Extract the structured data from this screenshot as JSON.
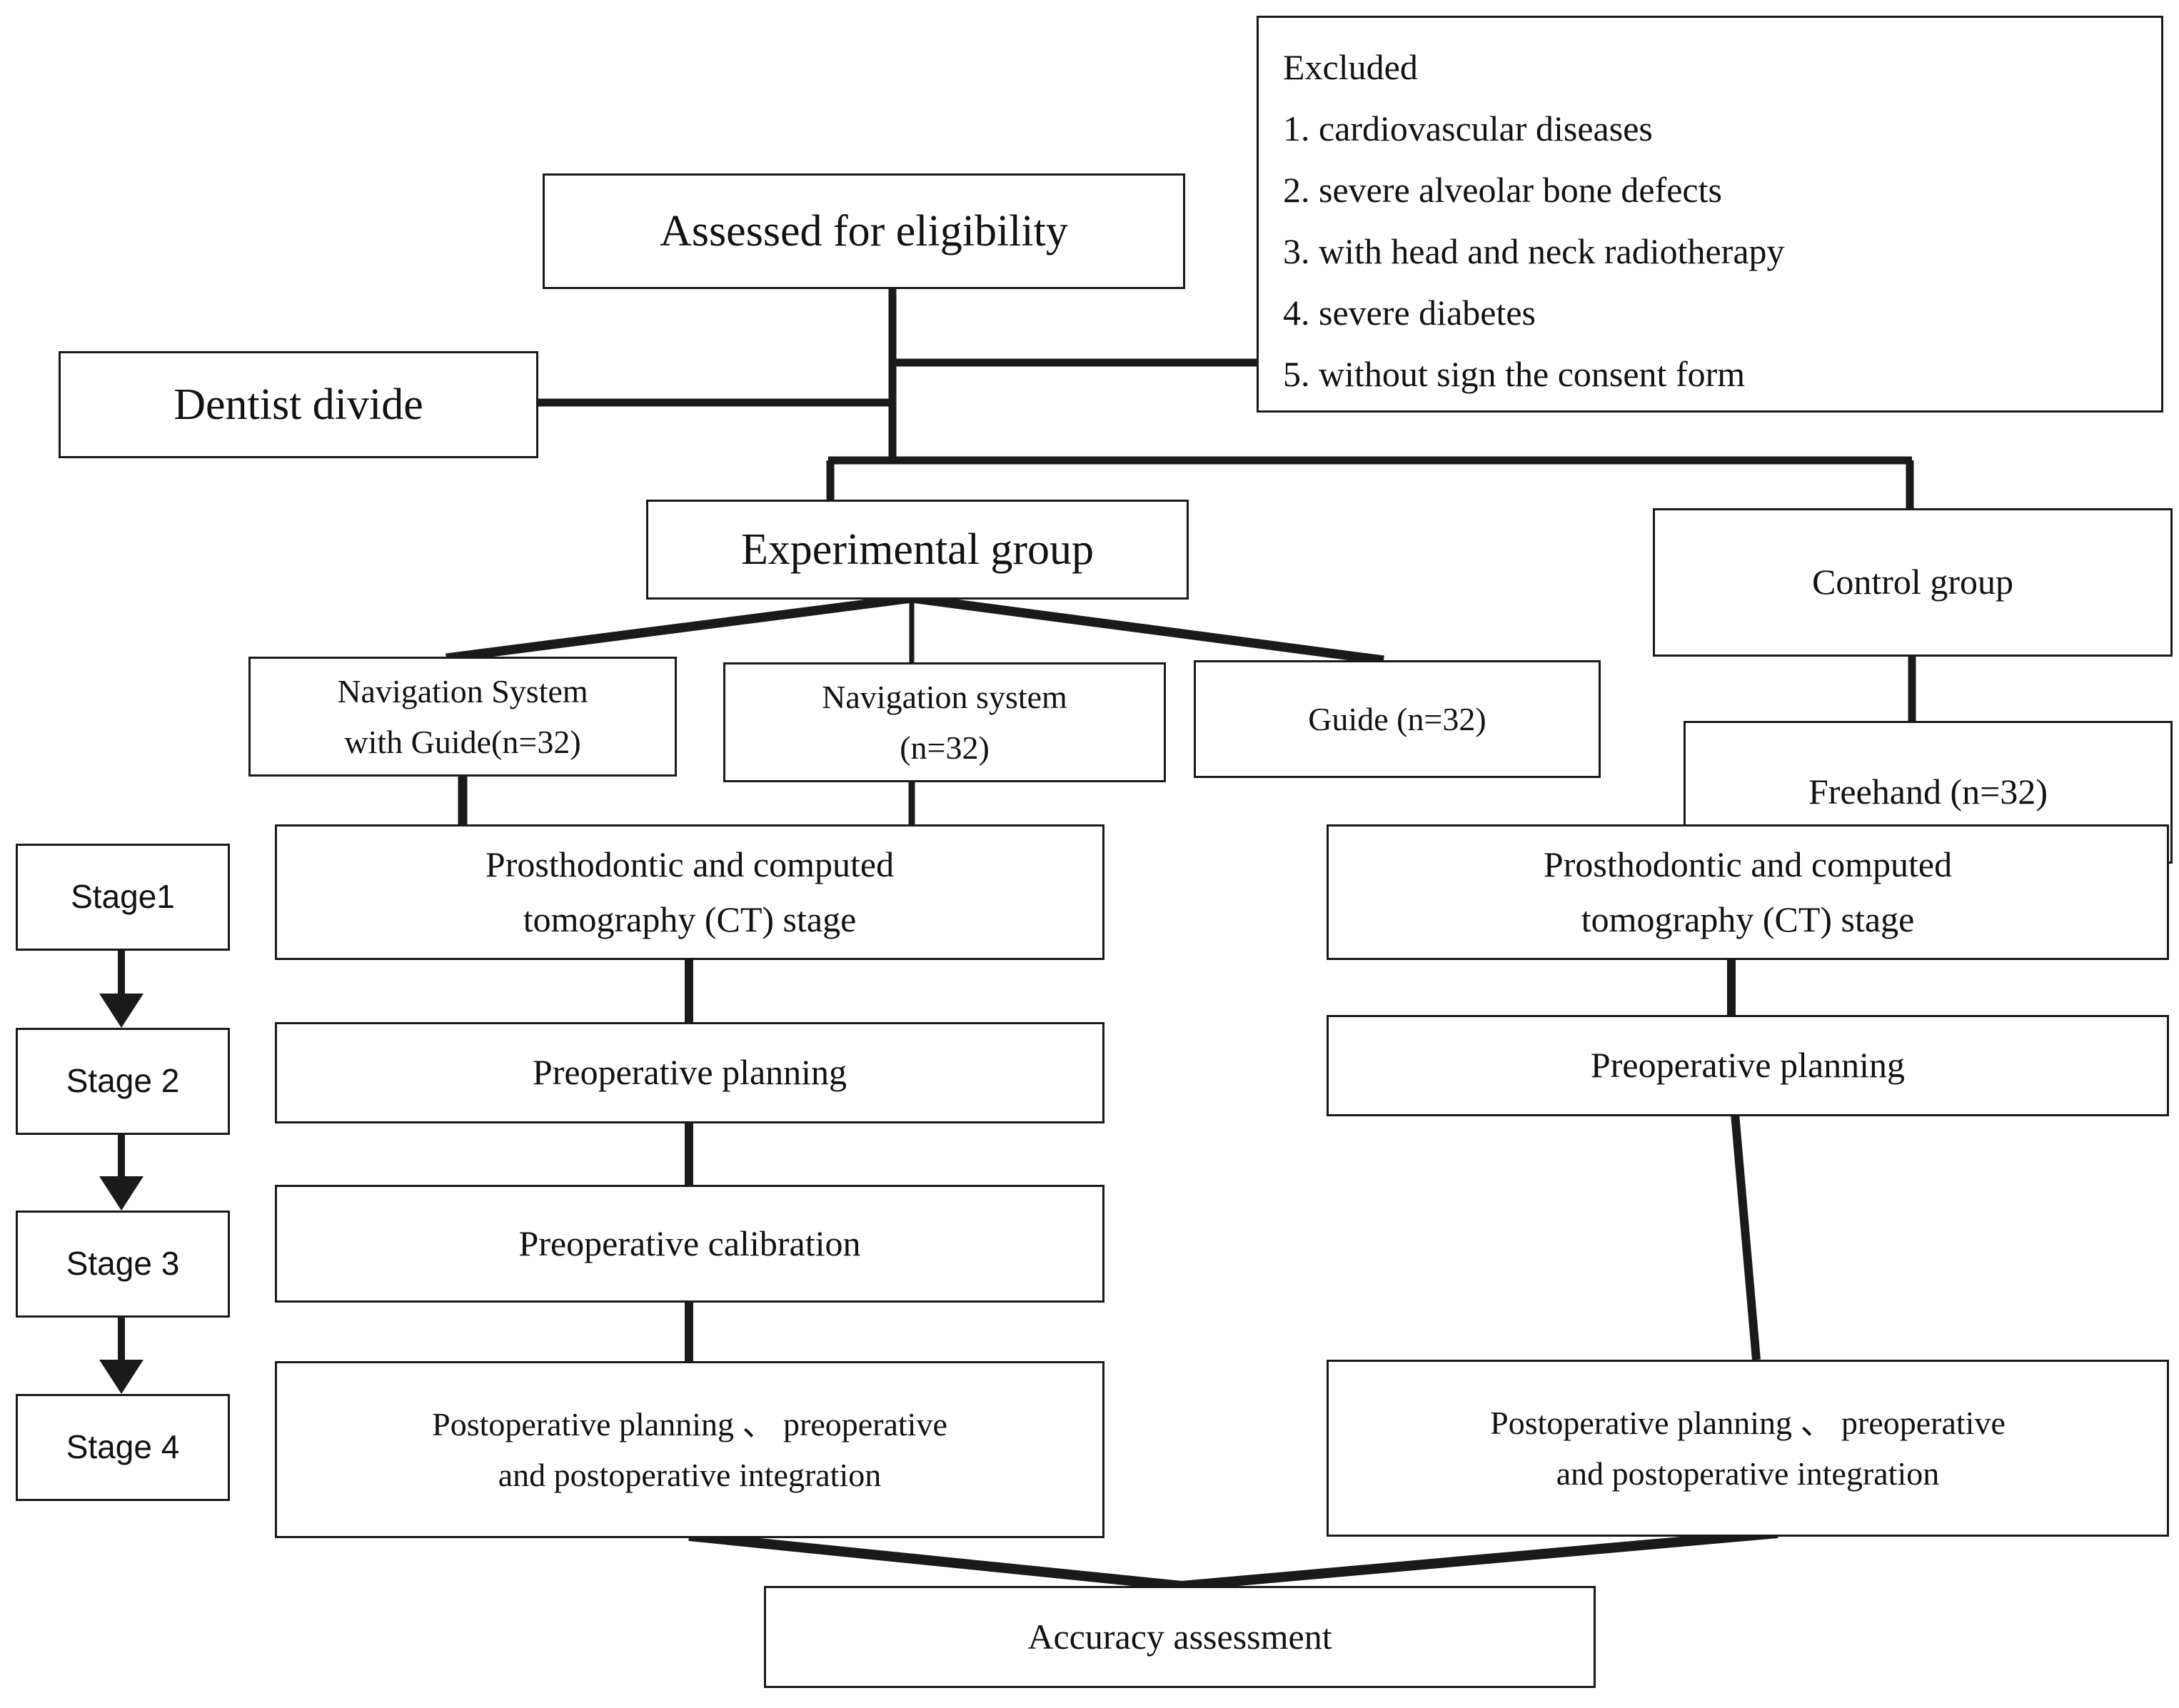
{
  "diagram": {
    "title": "Study design flowchart",
    "line_color": "#1a1a1a",
    "box_border_color": "#1a1a1a",
    "background_color": "#ffffff"
  },
  "nodes": {
    "assessed": {
      "label": "Assessed for eligibility"
    },
    "dentist": {
      "label": "Dentist divide"
    },
    "excluded": {
      "heading": "Excluded",
      "items": [
        "1. cardiovascular diseases",
        "2. severe alveolar bone defects",
        "3. with head and neck radiotherapy",
        "4. severe diabetes",
        "5. without sign the consent form"
      ]
    },
    "experimental": {
      "label": "Experimental group"
    },
    "control": {
      "label": "Control group"
    },
    "nav_with_guide": {
      "line1": "Navigation System",
      "line2": "with Guide(n=32)"
    },
    "nav_system": {
      "line1": "Navigation system",
      "line2": "(n=32)"
    },
    "guide": {
      "label": "Guide (n=32)"
    },
    "freehand": {
      "label": "Freehand (n=32)"
    },
    "stage1": {
      "label": "Stage1"
    },
    "stage2": {
      "label": "Stage 2"
    },
    "stage3": {
      "label": "Stage 3"
    },
    "stage4": {
      "label": "Stage 4"
    },
    "ct_left": {
      "line1": "Prosthodontic and computed",
      "line2": "tomography (CT) stage"
    },
    "ct_right": {
      "line1": "Prosthodontic and computed",
      "line2": "tomography (CT) stage"
    },
    "preop_plan_left": {
      "label": "Preoperative planning"
    },
    "preop_plan_right": {
      "label": "Preoperative planning"
    },
    "preop_calib": {
      "label": "Preoperative calibration"
    },
    "postop_left": {
      "line1": "Postoperative planning 、 preoperative",
      "line2": "and postoperative integration"
    },
    "postop_right": {
      "line1": "Postoperative planning 、 preoperative",
      "line2": "and postoperative integration"
    },
    "accuracy": {
      "label": "Accuracy assessment"
    }
  }
}
